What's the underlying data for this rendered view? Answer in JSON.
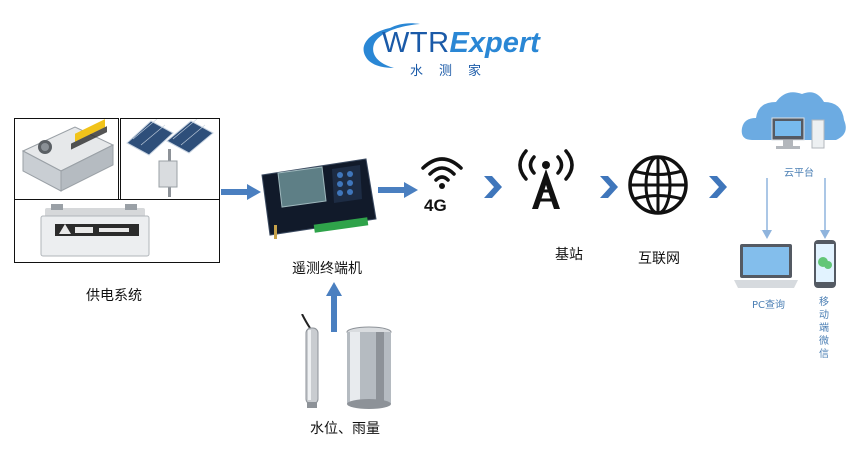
{
  "logo": {
    "brand": "WTR",
    "suffix": "Expert",
    "subtitle": "水测家"
  },
  "labels": {
    "power_system": "供电系统",
    "rtu": "遥测终端机",
    "sensors": "水位、雨量",
    "network_4g": "4G",
    "base_station": "基站",
    "internet": "互联网",
    "cloud_platform": "云平台",
    "pc_query": "PC查询",
    "mobile_wechat": "移动端微信"
  },
  "colors": {
    "arrow_blue": "#4a7fc0",
    "chevron_blue": "#3f76bb",
    "logo_dark": "#1a5aa8",
    "logo_light": "#2a87d5",
    "faded_blue": "#8fb4dd",
    "cloud_blue": "#3b8fd9"
  },
  "icons": {
    "wifi": "wifi-icon",
    "tower": "cell-tower-icon",
    "globe": "globe-icon",
    "cloud": "cloud-icon"
  }
}
